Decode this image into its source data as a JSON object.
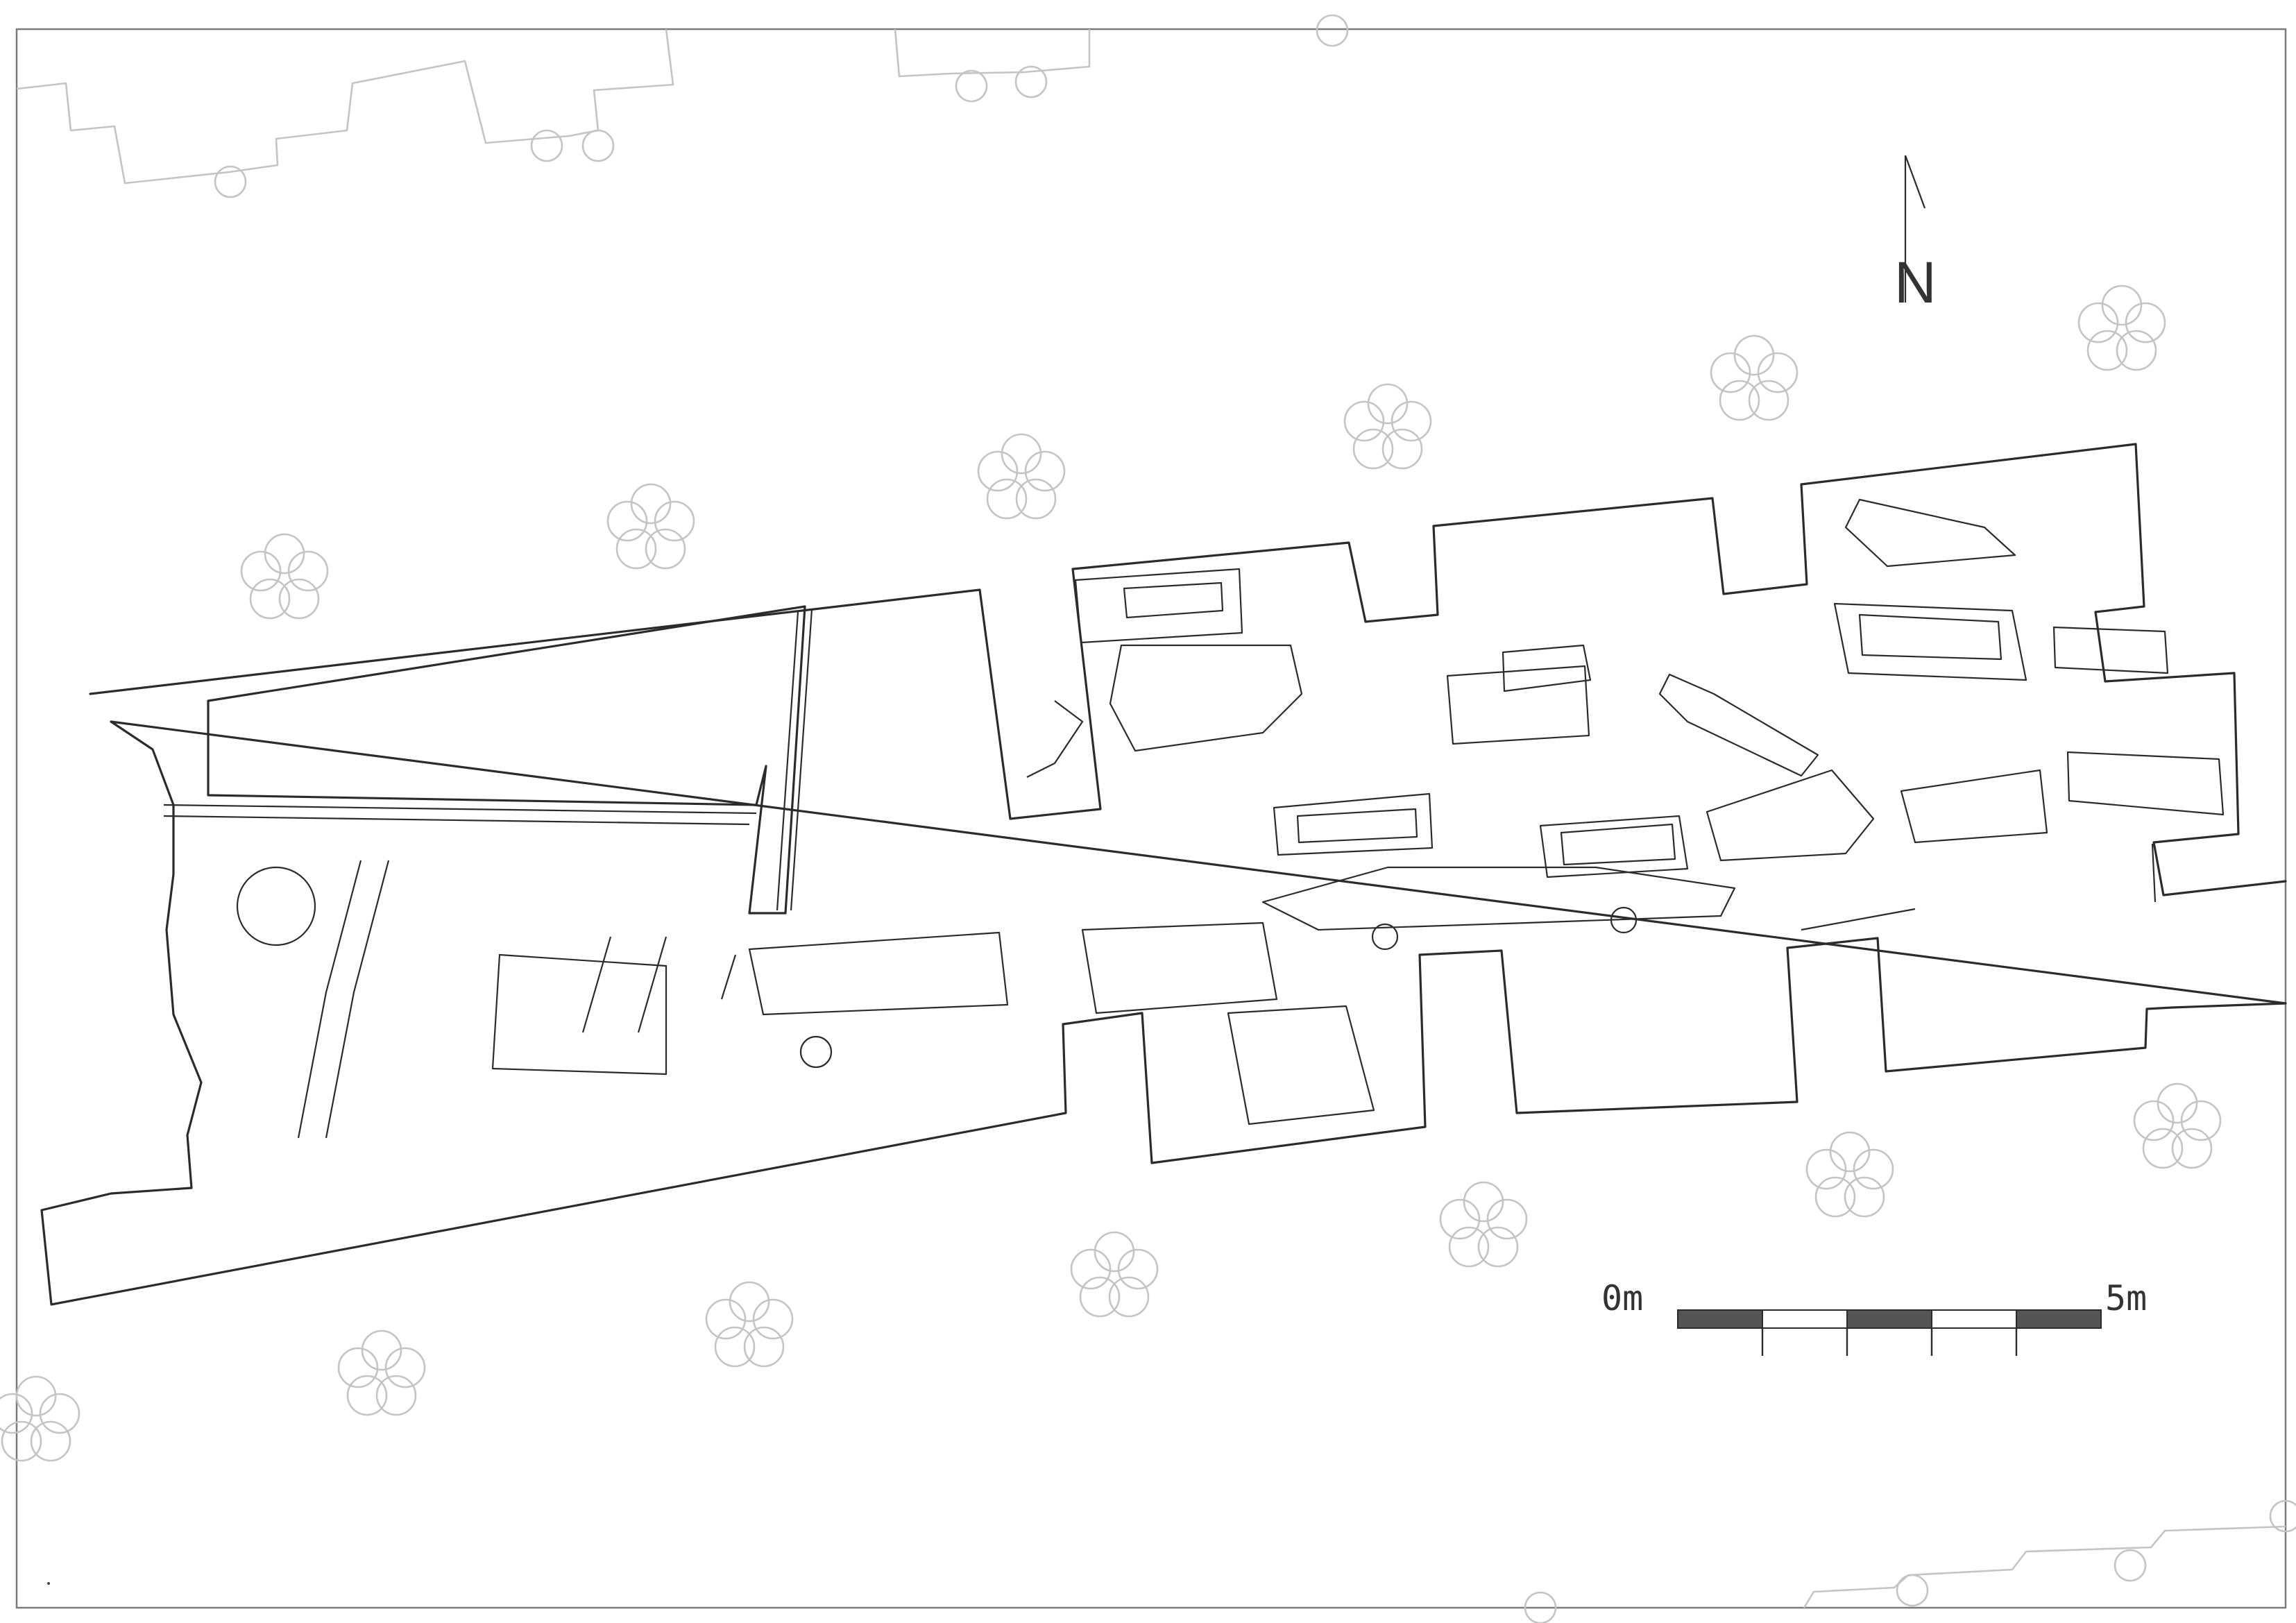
{
  "drawing": {
    "north_label": "N",
    "scale_bar": {
      "start_label": "0m",
      "end_label": "5m",
      "segments": 5,
      "length_m": 5
    }
  },
  "icons": {
    "north_arrow": "north-arrow-icon",
    "tree": "tree-symbol-icon"
  },
  "colors": {
    "line": "#2b2b2b",
    "context_line": "#c4c4c4",
    "scale_dark": "#555555"
  }
}
